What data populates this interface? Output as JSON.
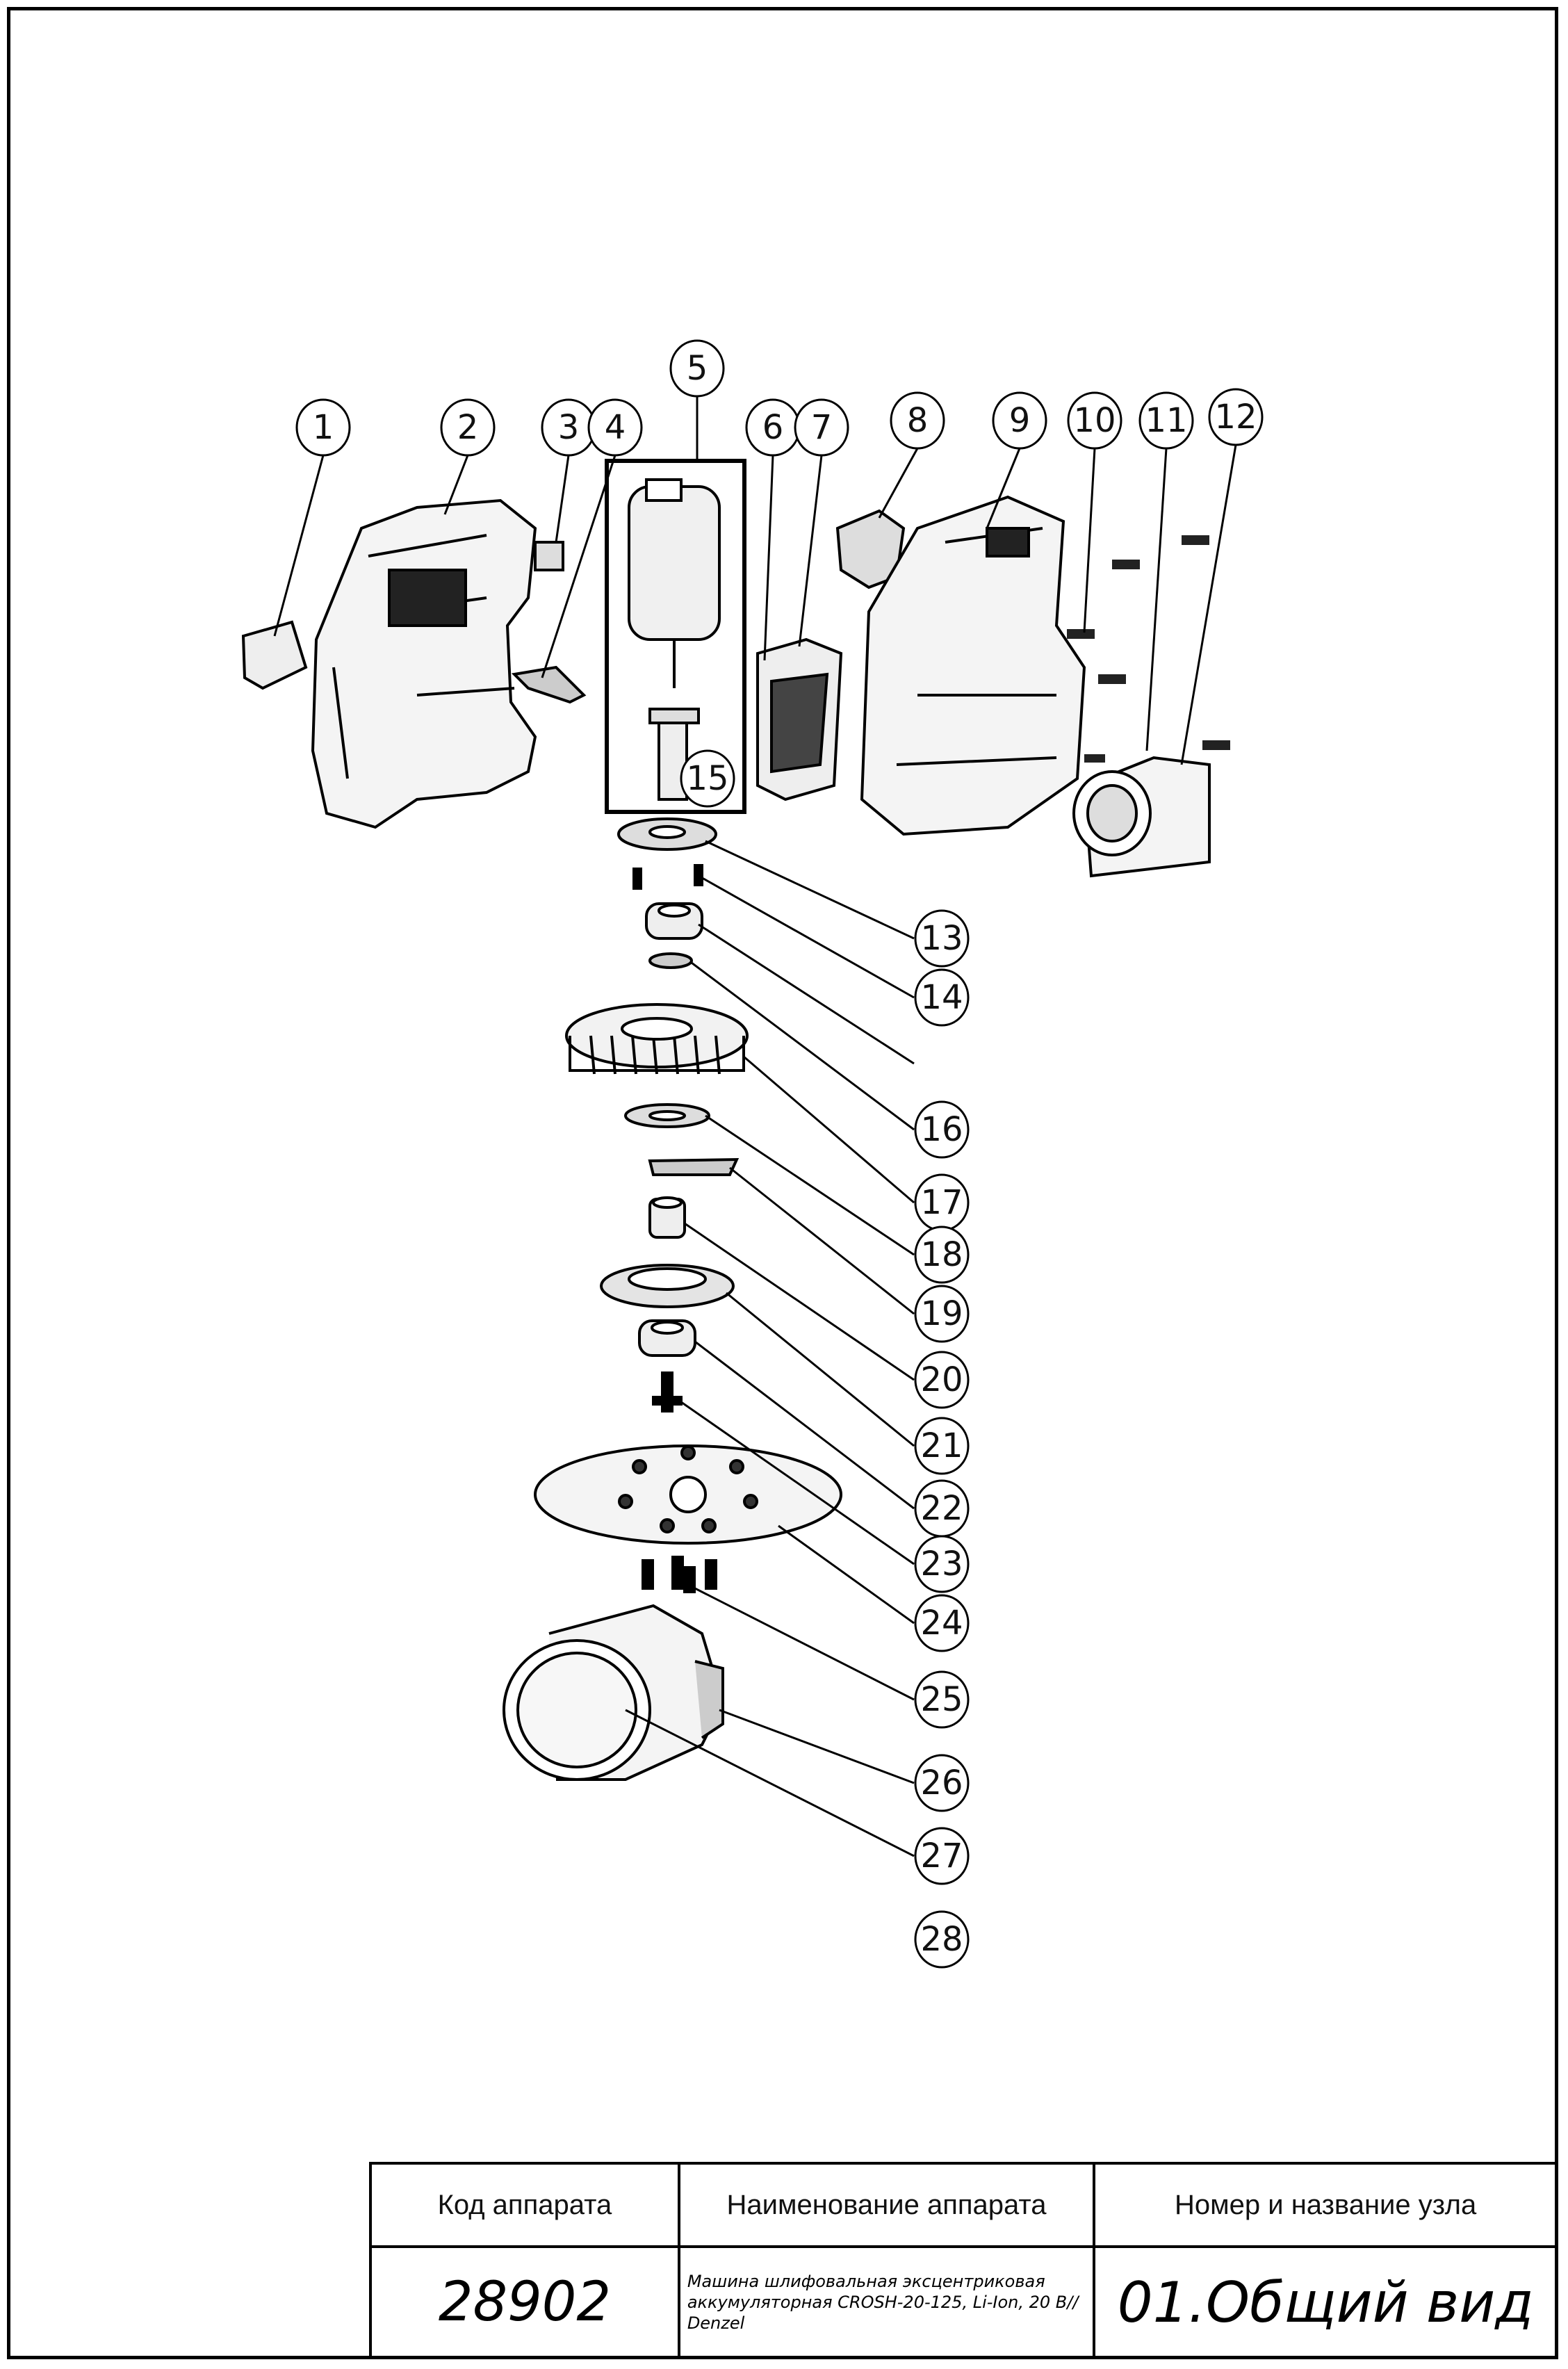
{
  "callouts": [
    {
      "n": "1"
    },
    {
      "n": "2"
    },
    {
      "n": "3"
    },
    {
      "n": "4"
    },
    {
      "n": "5"
    },
    {
      "n": "6"
    },
    {
      "n": "7"
    },
    {
      "n": "8"
    },
    {
      "n": "9"
    },
    {
      "n": "10"
    },
    {
      "n": "11"
    },
    {
      "n": "12"
    },
    {
      "n": "13"
    },
    {
      "n": "14"
    },
    {
      "n": "15"
    },
    {
      "n": "16"
    },
    {
      "n": "17"
    },
    {
      "n": "18"
    },
    {
      "n": "19"
    },
    {
      "n": "20"
    },
    {
      "n": "21"
    },
    {
      "n": "22"
    },
    {
      "n": "23"
    },
    {
      "n": "24"
    },
    {
      "n": "25"
    },
    {
      "n": "26"
    },
    {
      "n": "27"
    },
    {
      "n": "28"
    }
  ],
  "title_block": {
    "code_header": "Код аппарата",
    "name_header": "Наименование аппарата",
    "node_header": "Номер и название узла",
    "code_value": "28902",
    "name_value": "Машина шлифовальная эксцентриковая аккумуляторная CROSH-20-125, Li-Ion, 20 В// Denzel",
    "node_value": "01.Общий вид"
  }
}
